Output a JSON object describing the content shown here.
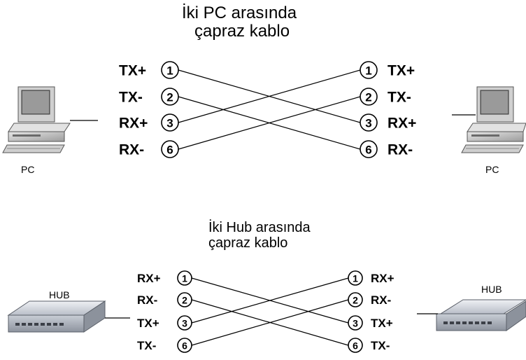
{
  "pc_diagram": {
    "title_line1": "İki PC arasında",
    "title_line2": "çapraz kablo",
    "device_left": "PC",
    "device_right": "PC",
    "left_pins": [
      {
        "signal": "TX+",
        "pin": "1"
      },
      {
        "signal": "TX-",
        "pin": "2"
      },
      {
        "signal": "RX+",
        "pin": "3"
      },
      {
        "signal": "RX-",
        "pin": "6"
      }
    ],
    "right_pins": [
      {
        "signal": "TX+",
        "pin": "1"
      },
      {
        "signal": "TX-",
        "pin": "2"
      },
      {
        "signal": "RX+",
        "pin": "3"
      },
      {
        "signal": "RX-",
        "pin": "6"
      }
    ],
    "connections": [
      [
        "1",
        "3"
      ],
      [
        "2",
        "6"
      ],
      [
        "3",
        "1"
      ],
      [
        "6",
        "2"
      ]
    ]
  },
  "hub_diagram": {
    "title_line1": "İki Hub arasında",
    "title_line2": "çapraz kablo",
    "device_left": "HUB",
    "device_right": "HUB",
    "left_pins": [
      {
        "signal": "RX+",
        "pin": "1"
      },
      {
        "signal": "RX-",
        "pin": "2"
      },
      {
        "signal": "TX+",
        "pin": "3"
      },
      {
        "signal": "TX-",
        "pin": "6"
      }
    ],
    "right_pins": [
      {
        "signal": "RX+",
        "pin": "1"
      },
      {
        "signal": "RX-",
        "pin": "2"
      },
      {
        "signal": "TX+",
        "pin": "3"
      },
      {
        "signal": "TX-",
        "pin": "6"
      }
    ],
    "connections": [
      [
        "1",
        "3"
      ],
      [
        "2",
        "6"
      ],
      [
        "3",
        "1"
      ],
      [
        "6",
        "2"
      ]
    ]
  }
}
